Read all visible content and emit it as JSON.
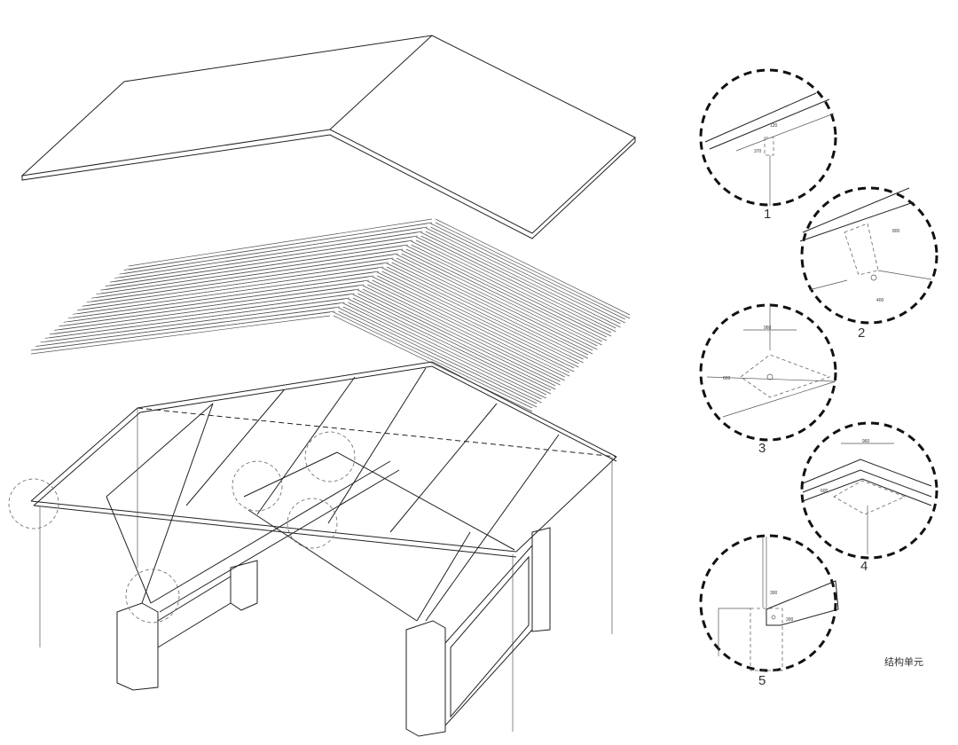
{
  "caption": "结构单元",
  "details": [
    {
      "number": "1",
      "dimensions": [
        "120",
        "370"
      ]
    },
    {
      "number": "2",
      "dimensions": [
        "800",
        "400"
      ]
    },
    {
      "number": "3",
      "dimensions": [
        "960",
        "600"
      ]
    },
    {
      "number": "4",
      "dimensions": [
        "960",
        "600"
      ]
    },
    {
      "number": "5",
      "dimensions": [
        "300",
        "300"
      ]
    }
  ]
}
